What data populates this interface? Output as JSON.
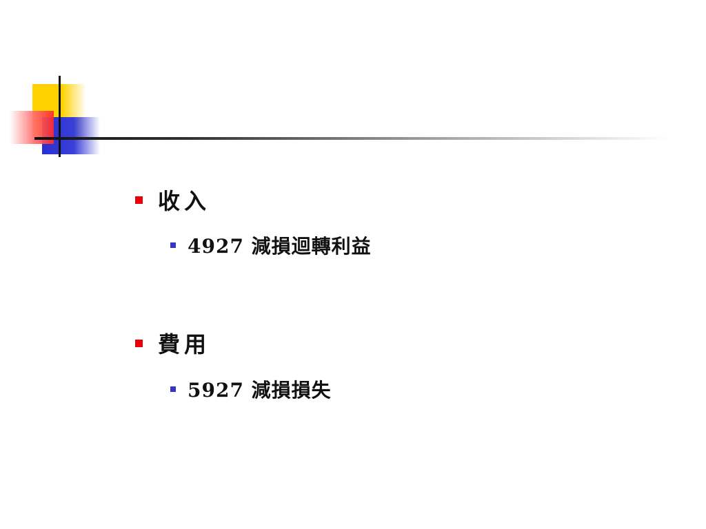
{
  "slide": {
    "sections": [
      {
        "heading": "收入",
        "items": [
          {
            "text": "4927 減損迴轉利益"
          }
        ]
      },
      {
        "heading": "費用",
        "items": [
          {
            "text": "5927 減損損失"
          }
        ]
      }
    ]
  },
  "colors": {
    "level1_bullet": "#e8000a",
    "level2_bullet": "#3336c8",
    "accent_yellow": "#ffd200",
    "accent_blue": "#2a2fd0",
    "accent_red": "#ff2a2a"
  }
}
